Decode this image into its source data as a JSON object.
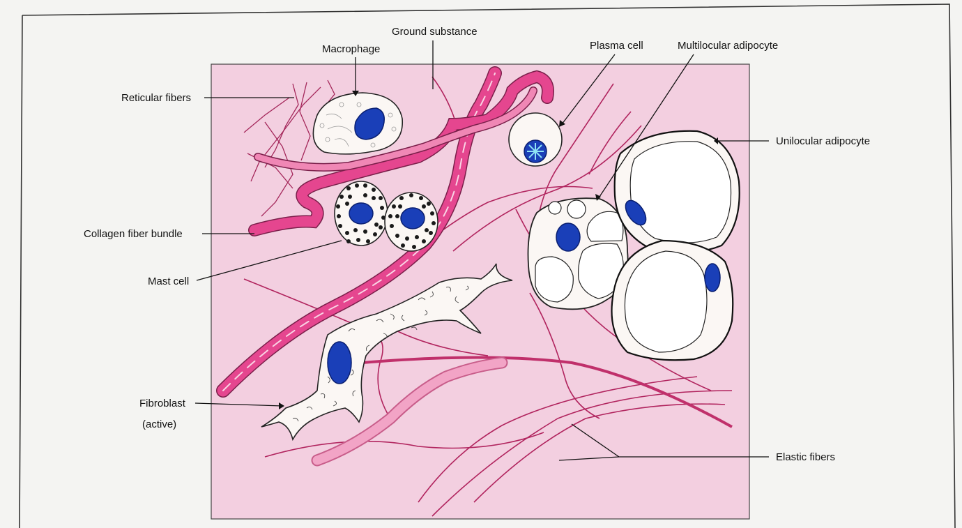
{
  "labels": {
    "ground_substance": "Ground substance",
    "macrophage": "Macrophage",
    "plasma_cell": "Plasma cell",
    "multilocular_adipocyte": "Multilocular adipocyte",
    "unilocular_adipocyte": "Unilocular adipocyte",
    "reticular_fibers": "Reticular fibers",
    "collagen_fiber_bundle": "Collagen fiber bundle",
    "mast_cell": "Mast cell",
    "fibroblast_line1": "Fibroblast",
    "fibroblast_line2": "(active)",
    "elastic_fibers": "Elastic fibers"
  },
  "colors": {
    "tissue_background": "#f3cfe0",
    "collagen": "#e5468f",
    "collagen_light": "#f087b5",
    "elastic_fiber": "#b1245e",
    "reticular_fiber": "#a4275a",
    "nucleus": "#1a3fb8",
    "cell_fill": "#fbf7f4",
    "adipocyte_fill": "#ffffff",
    "outline": "#222222"
  }
}
